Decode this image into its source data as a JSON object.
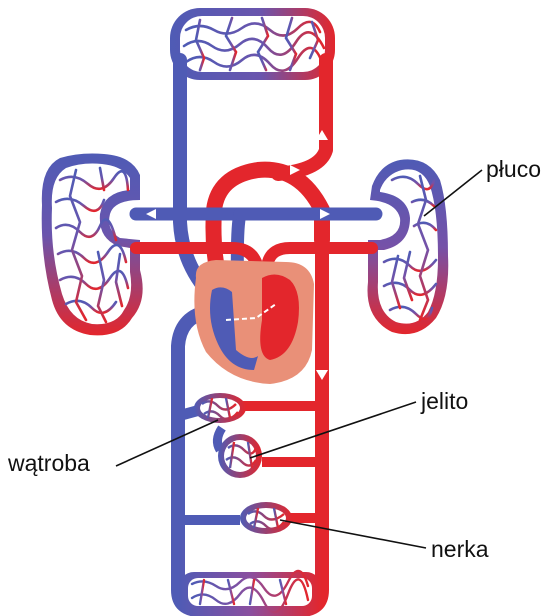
{
  "labels": {
    "pluco": "płuco",
    "jelito": "jelito",
    "watroba": "wątroba",
    "nerka": "nerka"
  },
  "colors": {
    "oxygenated": "#e3262c",
    "deoxygenated": "#4f5bb5",
    "heart_tissue": "#e99078",
    "mixed": "#8a4f9f",
    "leader_line": "#111111",
    "background": "#ffffff"
  }
}
